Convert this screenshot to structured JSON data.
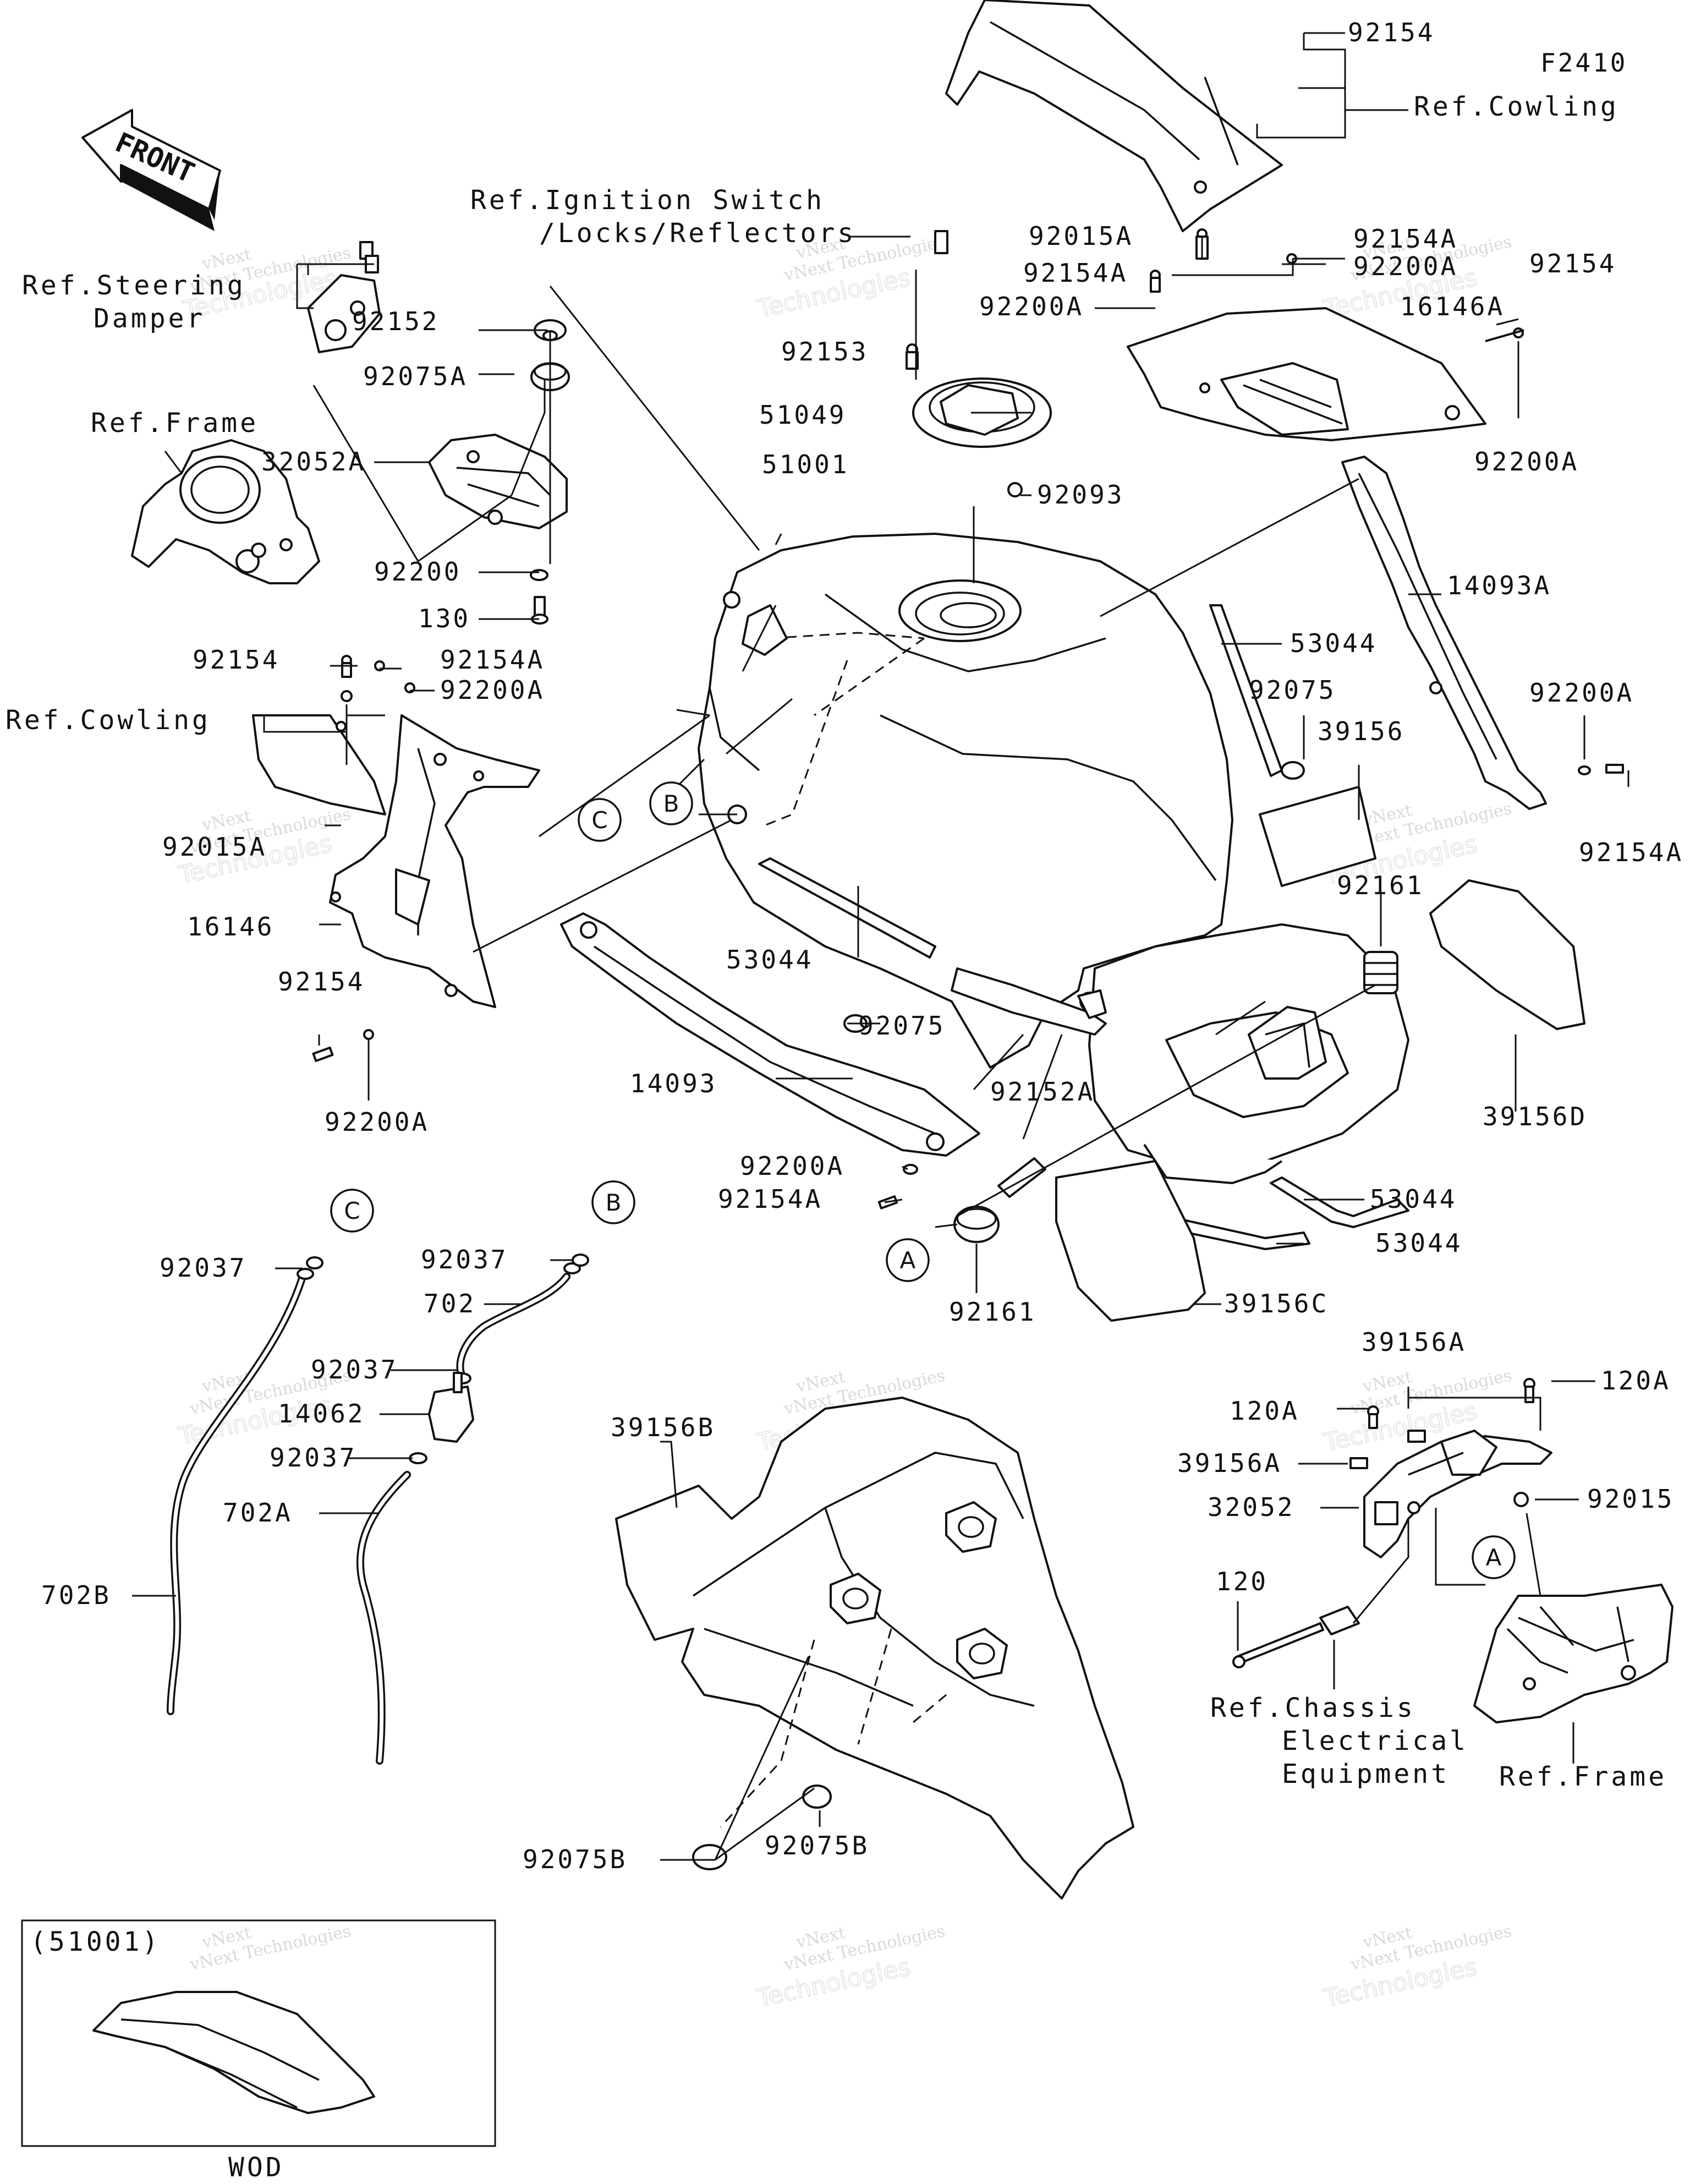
{
  "diagram_code": "F2410",
  "front_label": "FRONT",
  "parts": {
    "p92154_top": "92154",
    "ref_cowling_top": "Ref.Cowling",
    "ref_ignition_1": "Ref.Ignition Switch",
    "ref_ignition_2": "/Locks/Reflectors",
    "p92015A_top": "92015A",
    "p92154A_r1": "92154A",
    "p92200A_r1": "92200A",
    "p92154_r1": "92154",
    "p92154A_l1": "92154A",
    "p92200A_l1": "92200A",
    "p16146A": "16146A",
    "ref_steering_1": "Ref.Steering",
    "ref_steering_2": "Damper",
    "p92152": "92152",
    "p92075A": "92075A",
    "p92153": "92153",
    "p51049": "51049",
    "p92200A_r2": "92200A",
    "ref_frame_top": "Ref.Frame",
    "p32052A": "32052A",
    "p51001": "51001",
    "p92093": "92093",
    "p92200": "92200",
    "p130": "130",
    "p14093A": "14093A",
    "p53044_a": "53044",
    "p92154_l2": "92154",
    "p92154A_l2": "92154A",
    "p92200A_l2": "92200A",
    "ref_cowling_left": "Ref.Cowling",
    "p92075_r": "92075",
    "p39156": "39156",
    "p92200A_r3": "92200A",
    "p92015A_l": "92015A",
    "p92154A_r3": "92154A",
    "p92161_r": "92161",
    "p16146": "16146",
    "p53044_b": "53044",
    "p92154_l3": "92154",
    "p92075_m": "92075",
    "p92200A_l3": "92200A",
    "p14093": "14093",
    "p39156D": "39156D",
    "p92152A": "92152A",
    "p92200A_m": "92200A",
    "p92154A_m": "92154A",
    "p53044_c": "53044",
    "p53044_d": "53044",
    "p92037_c": "92037",
    "p92037_b": "92037",
    "p702": "702",
    "p92161_b": "92161",
    "p39156C": "39156C",
    "p92037_m1": "92037",
    "p14062": "14062",
    "p92037_m2": "92037",
    "p702A": "702A",
    "p39156A_t": "39156A",
    "p120A_r": "120A",
    "p120A_l": "120A",
    "p39156B": "39156B",
    "p39156A_m": "39156A",
    "p32052": "32052",
    "p92015": "92015",
    "p702B": "702B",
    "p120": "120",
    "ref_chassis_1": "Ref.Chassis",
    "ref_chassis_2": "Electrical",
    "ref_chassis_3": "Equipment",
    "ref_frame_bottom": "Ref.Frame",
    "p92075B_l": "92075B",
    "p92075B_b": "92075B",
    "inset_title": "(51001)",
    "inset_caption": "WOD"
  },
  "callouts": {
    "A": "A",
    "B": "B",
    "C": "C"
  },
  "watermark": {
    "line1": "vNext",
    "line2": "vNext Technologies",
    "line3": "Technologies"
  }
}
